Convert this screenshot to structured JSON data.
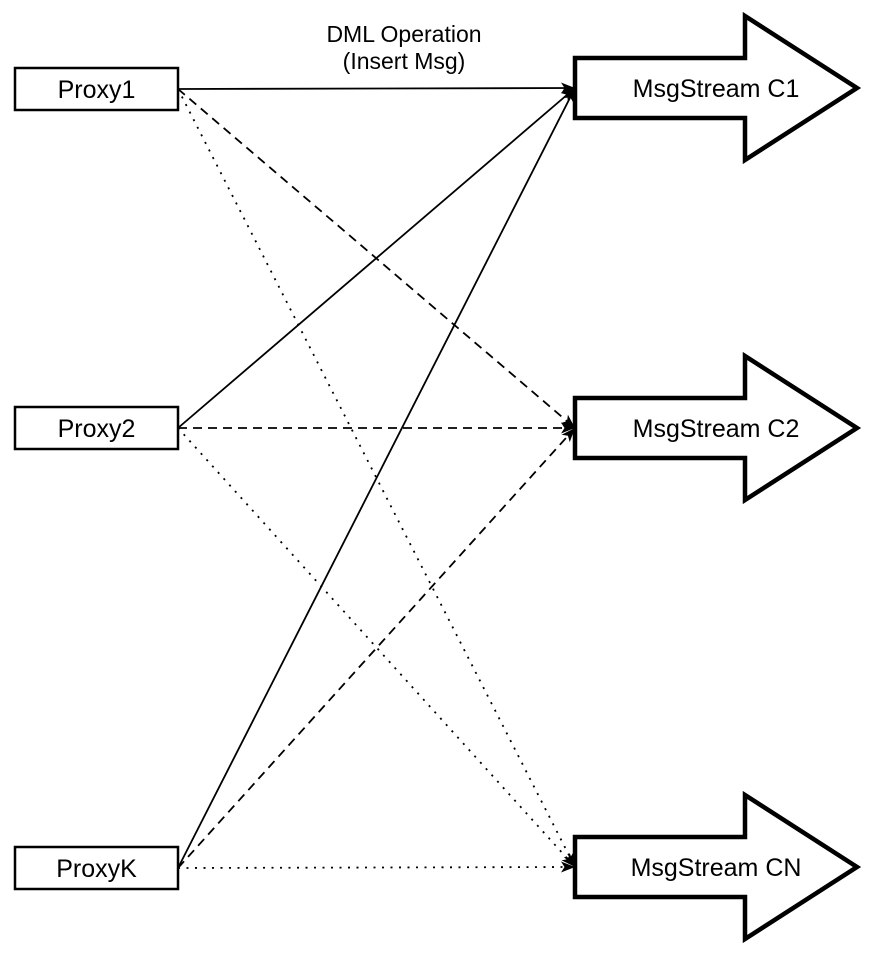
{
  "diagram": {
    "background_color": "#ffffff",
    "stroke_color": "#000000",
    "fill_color": "#ffffff",
    "annotation": {
      "line1": "DML Operation",
      "line2": "(Insert Msg)"
    },
    "proxies": [
      {
        "id": "proxy1",
        "label": "Proxy1"
      },
      {
        "id": "proxy2",
        "label": "Proxy2"
      },
      {
        "id": "proxyk",
        "label": "ProxyK"
      }
    ],
    "streams": [
      {
        "id": "c1",
        "label": "MsgStream C1"
      },
      {
        "id": "c2",
        "label": "MsgStream C2"
      },
      {
        "id": "cn",
        "label": "MsgStream CN"
      }
    ],
    "edges": [
      {
        "from": "proxy1",
        "to": "c1",
        "style": "solid"
      },
      {
        "from": "proxy1",
        "to": "c2",
        "style": "dashed"
      },
      {
        "from": "proxy1",
        "to": "cn",
        "style": "dotted"
      },
      {
        "from": "proxy2",
        "to": "c1",
        "style": "solid"
      },
      {
        "from": "proxy2",
        "to": "c2",
        "style": "dashed"
      },
      {
        "from": "proxy2",
        "to": "cn",
        "style": "dotted"
      },
      {
        "from": "proxyk",
        "to": "c1",
        "style": "solid"
      },
      {
        "from": "proxyk",
        "to": "c2",
        "style": "dashed"
      },
      {
        "from": "proxyk",
        "to": "cn",
        "style": "dotted"
      }
    ]
  }
}
